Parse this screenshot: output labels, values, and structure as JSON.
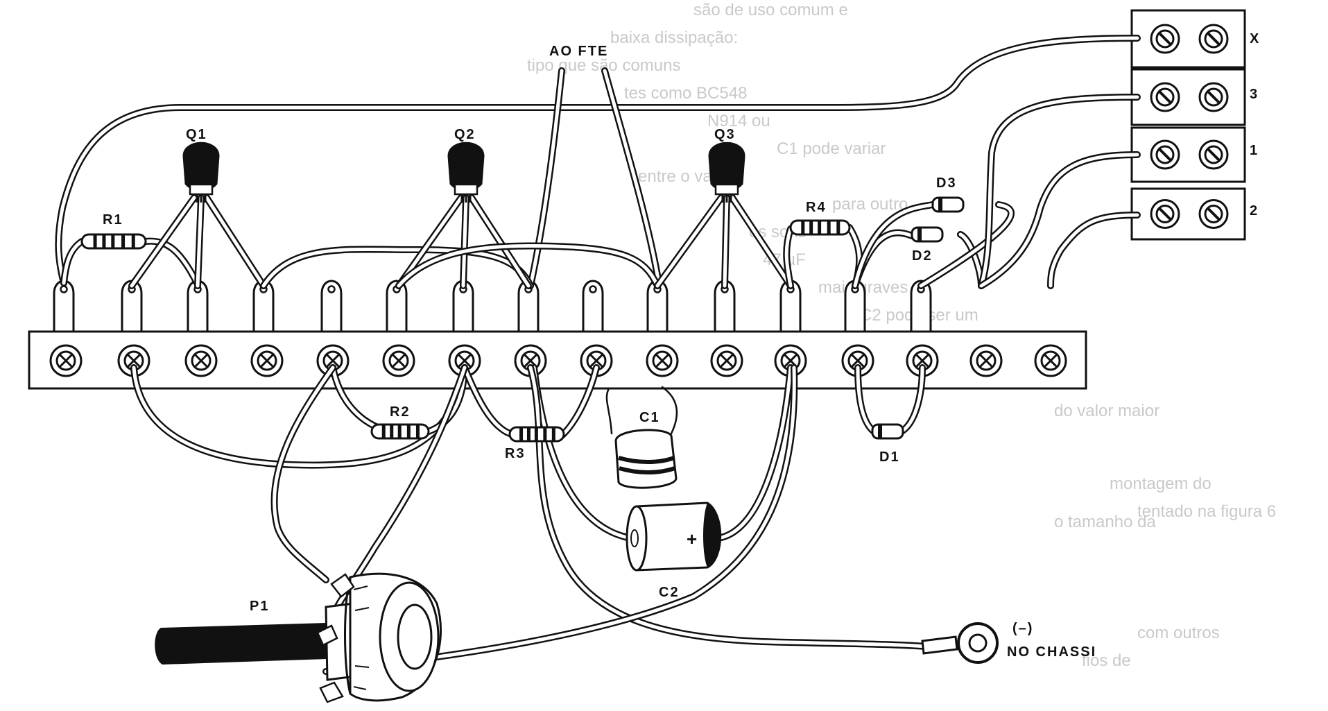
{
  "labels": {
    "q1": "Q1",
    "q2": "Q2",
    "q3": "Q3",
    "r1": "R1",
    "r2": "R2",
    "r3": "R3",
    "r4": "R4",
    "c1": "C1",
    "c2": "C2",
    "d1": "D1",
    "d2": "D2",
    "d3": "D3",
    "p1": "P1",
    "ao_fte": "AO FTE",
    "minus": "(–)",
    "no_chassi": "NO CHASSI",
    "c2_plus": "+",
    "term_x": "X",
    "term_3": "3",
    "term_1": "1",
    "term_2": "2"
  },
  "background_text": [
    "são de uso comum e",
    "baixa dissipação:",
    "tipo que são comuns",
    "tes como BC548",
    "N914 ou",
    "C1 pode variar",
    "entre o valor",
    "para outro",
    "os sons",
    "47 µF",
    "mais graves",
    "C2 pode ser um",
    "do valor maior",
    "montagem do",
    "tentado na figura 6",
    "o tamanho da",
    "com outros",
    "fios de"
  ],
  "colors": {
    "ink": "#111111",
    "paper": "#ffffff",
    "faded_text": "#c9c9c9"
  }
}
